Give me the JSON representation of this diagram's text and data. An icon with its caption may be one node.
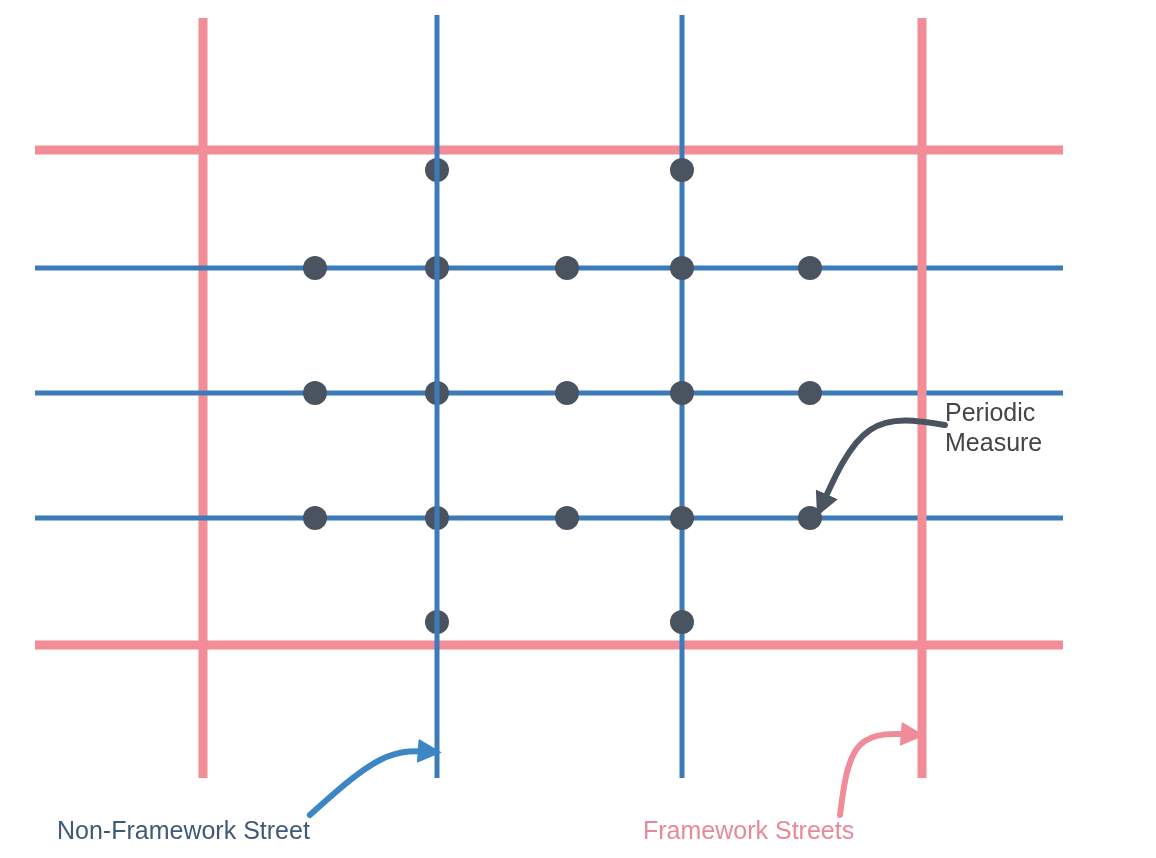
{
  "diagram": {
    "nodes": [
      {
        "text": [
          "Periodic Measure"
        ]
      },
      {
        "text": [],
        "shape": "circle"
      },
      {
        "text": [
          "Non-Framework Street"
        ]
      },
      {
        "text": [],
        "shape": "bar"
      },
      {
        "text": [
          "Framework Streets"
        ]
      },
      {
        "text": [],
        "shape": "bar"
      }
    ],
    "edges": [
      {
        "from": 0,
        "to": 1,
        "arrow": "to"
      },
      {
        "from": 2,
        "to": 3,
        "arrow": "to",
        "color": "#3d86c6"
      },
      {
        "from": 4,
        "to": 5,
        "arrow": "to",
        "color": "#f08c9a"
      }
    ]
  }
}
